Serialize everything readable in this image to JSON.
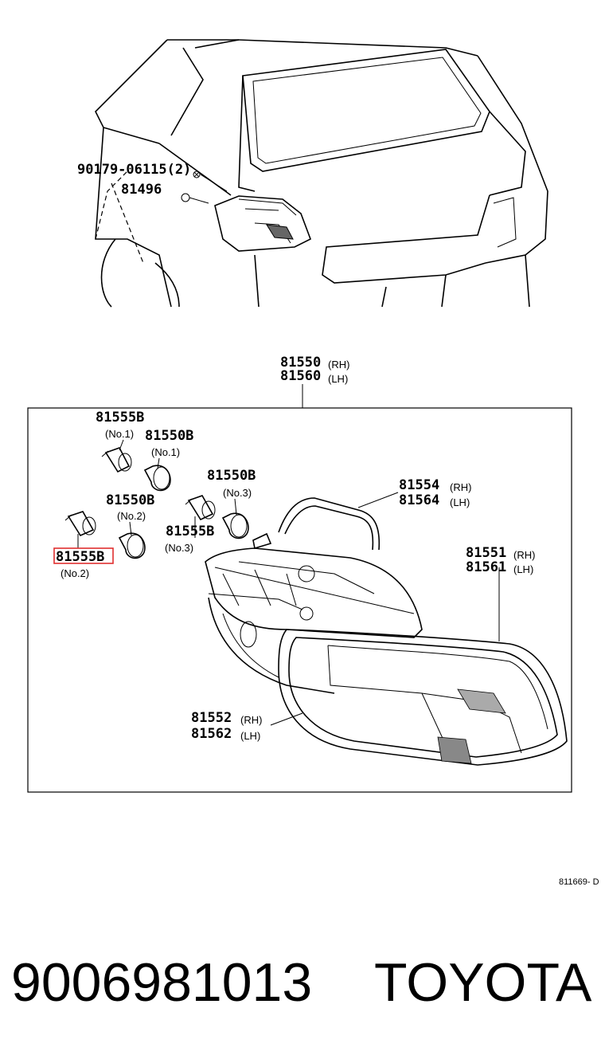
{
  "car_labels": {
    "screw": "90179-06115(2)",
    "clip": "81496"
  },
  "assembly": {
    "part_rh": "81550",
    "rh": "(RH)",
    "part_lh": "81560",
    "lh": "(LH)"
  },
  "bulbs": {
    "socket_no1": "81555B",
    "socket_no1_note": "(No.1)",
    "bulb_no1": "81550B",
    "bulb_no1_note": "(No.1)",
    "bulb_no3": "81550B",
    "bulb_no3_note": "(No.3)",
    "bulb_no2": "81550B",
    "bulb_no2_note": "(No.2)",
    "socket_no3": "81555B",
    "socket_no3_note": "(No.3)",
    "socket_no2": "81555B",
    "socket_no2_note": "(No.2)"
  },
  "housing": {
    "gasket_rh": "81554",
    "gasket_rh_side": "(RH)",
    "gasket_lh": "81564",
    "gasket_lh_side": "(LH)",
    "lens_rh": "81551",
    "lens_rh_side": "(RH)",
    "lens_lh": "81561",
    "lens_lh_side": "(LH)",
    "body_rh": "81552",
    "body_rh_side": "(RH)",
    "body_lh": "81562",
    "body_lh_side": "(LH)"
  },
  "diagram_code": "811669- D",
  "footer": {
    "part_number": "9006981013",
    "brand": "TOYOTA"
  },
  "colors": {
    "highlight": "#e03030"
  }
}
